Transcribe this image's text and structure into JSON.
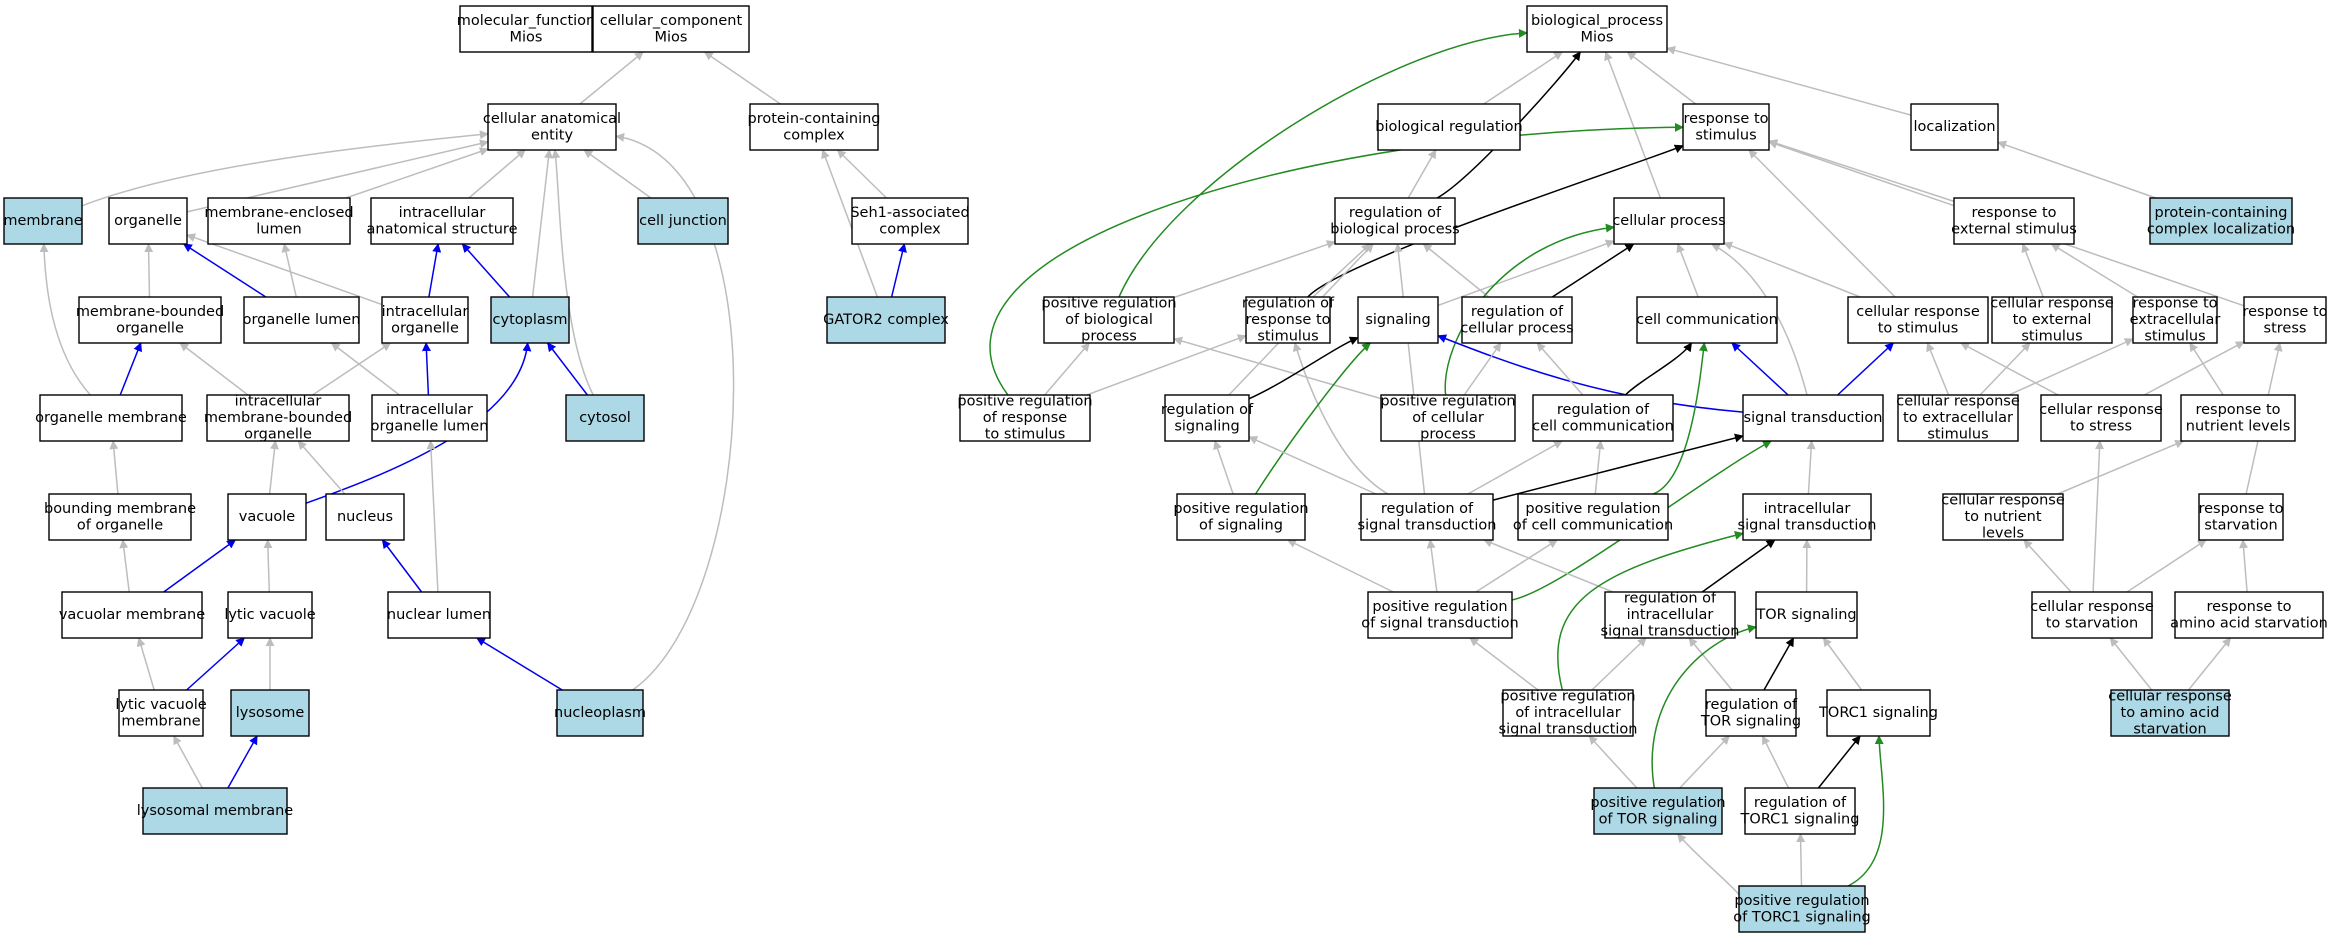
{
  "colors": {
    "is_a": "#bdbdbd",
    "part_of": "#0000ee",
    "regulates": "#000000",
    "positively_regulates": "#228b22",
    "highlight_fill": "#add8e6",
    "node_fill": "#ffffff"
  },
  "nodes": [
    {
      "id": "mf",
      "lines": [
        "molecular_function",
        "Mios"
      ]
    },
    {
      "id": "cc",
      "lines": [
        "cellular_component",
        "Mios"
      ]
    },
    {
      "id": "cae",
      "lines": [
        "cellular anatomical",
        "entity"
      ]
    },
    {
      "id": "pcc",
      "lines": [
        "protein-containing",
        "complex"
      ]
    },
    {
      "id": "membrane",
      "lines": [
        "membrane"
      ],
      "highlight": true
    },
    {
      "id": "organelle",
      "lines": [
        "organelle"
      ]
    },
    {
      "id": "mel",
      "lines": [
        "membrane-enclosed",
        "lumen"
      ]
    },
    {
      "id": "ias",
      "lines": [
        "intracellular",
        "anatomical structure"
      ]
    },
    {
      "id": "celljunction",
      "lines": [
        "cell junction"
      ],
      "highlight": true
    },
    {
      "id": "seh1",
      "lines": [
        "Seh1-associated",
        "complex"
      ]
    },
    {
      "id": "mbo",
      "lines": [
        "membrane-bounded",
        "organelle"
      ]
    },
    {
      "id": "orglumen",
      "lines": [
        "organelle lumen"
      ]
    },
    {
      "id": "intorg",
      "lines": [
        "intracellular",
        "organelle"
      ]
    },
    {
      "id": "cytoplasm",
      "lines": [
        "cytoplasm"
      ],
      "highlight": true
    },
    {
      "id": "gator2",
      "lines": [
        "GATOR2 complex"
      ],
      "highlight": true
    },
    {
      "id": "orgmem",
      "lines": [
        "organelle membrane"
      ]
    },
    {
      "id": "imbo",
      "lines": [
        "intracellular",
        "membrane-bounded",
        "organelle"
      ]
    },
    {
      "id": "intorglumen",
      "lines": [
        "intracellular",
        "organelle lumen"
      ]
    },
    {
      "id": "cytosol",
      "lines": [
        "cytosol"
      ],
      "highlight": true
    },
    {
      "id": "boundmem",
      "lines": [
        "bounding membrane",
        "of organelle"
      ]
    },
    {
      "id": "vacuole",
      "lines": [
        "vacuole"
      ]
    },
    {
      "id": "nucleus",
      "lines": [
        "nucleus"
      ]
    },
    {
      "id": "vacmem",
      "lines": [
        "vacuolar membrane"
      ]
    },
    {
      "id": "lyticvac",
      "lines": [
        "lytic vacuole"
      ]
    },
    {
      "id": "nuclumen",
      "lines": [
        "nuclear lumen"
      ]
    },
    {
      "id": "lvm",
      "lines": [
        "lytic vacuole",
        "membrane"
      ]
    },
    {
      "id": "lysosome",
      "lines": [
        "lysosome"
      ],
      "highlight": true
    },
    {
      "id": "nucleoplasm",
      "lines": [
        "nucleoplasm"
      ],
      "highlight": true
    },
    {
      "id": "lysomem",
      "lines": [
        "lysosomal membrane"
      ],
      "highlight": true
    },
    {
      "id": "bp",
      "lines": [
        "biological_process",
        "Mios"
      ]
    },
    {
      "id": "bioreg",
      "lines": [
        "biological regulation"
      ]
    },
    {
      "id": "resp",
      "lines": [
        "response to",
        "stimulus"
      ]
    },
    {
      "id": "loc",
      "lines": [
        "localization"
      ]
    },
    {
      "id": "pccloc",
      "lines": [
        "protein-containing",
        "complex localization"
      ],
      "highlight": true
    },
    {
      "id": "regbp",
      "lines": [
        "regulation of",
        "biological process"
      ]
    },
    {
      "id": "cellproc",
      "lines": [
        "cellular process"
      ]
    },
    {
      "id": "respext",
      "lines": [
        "response to",
        "external stimulus"
      ]
    },
    {
      "id": "posregbp",
      "lines": [
        "positive regulation",
        "of biological",
        "process"
      ]
    },
    {
      "id": "regresp",
      "lines": [
        "regulation of",
        "response to",
        "stimulus"
      ]
    },
    {
      "id": "signaling",
      "lines": [
        "signaling"
      ]
    },
    {
      "id": "regcp",
      "lines": [
        "regulation of",
        "cellular process"
      ]
    },
    {
      "id": "cellcomm",
      "lines": [
        "cell communication"
      ]
    },
    {
      "id": "cellresp",
      "lines": [
        "cellular response",
        "to stimulus"
      ]
    },
    {
      "id": "cellrespext",
      "lines": [
        "cellular response",
        "to external",
        "stimulus"
      ]
    },
    {
      "id": "respextra",
      "lines": [
        "response to",
        "extracellular",
        "stimulus"
      ]
    },
    {
      "id": "respstress",
      "lines": [
        "response to",
        "stress"
      ]
    },
    {
      "id": "posregresp",
      "lines": [
        "positive regulation",
        "of response",
        "to stimulus"
      ]
    },
    {
      "id": "regsig",
      "lines": [
        "regulation of",
        "signaling"
      ]
    },
    {
      "id": "posregcp",
      "lines": [
        "positive regulation",
        "of cellular",
        "process"
      ]
    },
    {
      "id": "regcc",
      "lines": [
        "regulation of",
        "cell communication"
      ]
    },
    {
      "id": "sigtrans",
      "lines": [
        "signal transduction"
      ]
    },
    {
      "id": "cellrespextra",
      "lines": [
        "cellular response",
        "to extracellular",
        "stimulus"
      ]
    },
    {
      "id": "cellrespstress",
      "lines": [
        "cellular response",
        "to stress"
      ]
    },
    {
      "id": "respnut",
      "lines": [
        "response to",
        "nutrient levels"
      ]
    },
    {
      "id": "posregsig",
      "lines": [
        "positive regulation",
        "of signaling"
      ]
    },
    {
      "id": "regst",
      "lines": [
        "regulation of",
        "signal transduction"
      ]
    },
    {
      "id": "posregcc",
      "lines": [
        "positive regulation",
        "of cell communication"
      ]
    },
    {
      "id": "intst",
      "lines": [
        "intracellular",
        "signal transduction"
      ]
    },
    {
      "id": "cellrespnut",
      "lines": [
        "cellular response",
        "to nutrient",
        "levels"
      ]
    },
    {
      "id": "respstarv",
      "lines": [
        "response to",
        "starvation"
      ]
    },
    {
      "id": "posregst",
      "lines": [
        "positive regulation",
        "of signal transduction"
      ]
    },
    {
      "id": "regist",
      "lines": [
        "regulation of",
        "intracellular",
        "signal transduction"
      ]
    },
    {
      "id": "torsig",
      "lines": [
        "TOR signaling"
      ]
    },
    {
      "id": "cellrespstarv",
      "lines": [
        "cellular response",
        "to starvation"
      ]
    },
    {
      "id": "respaa",
      "lines": [
        "response to",
        "amino acid starvation"
      ]
    },
    {
      "id": "posregist",
      "lines": [
        "positive regulation",
        "of intracellular",
        "signal transduction"
      ]
    },
    {
      "id": "regtor",
      "lines": [
        "regulation of",
        "TOR signaling"
      ]
    },
    {
      "id": "torc1",
      "lines": [
        "TORC1 signaling"
      ]
    },
    {
      "id": "cellrespaa",
      "lines": [
        "cellular response",
        "to amino acid",
        "starvation"
      ],
      "highlight": true
    },
    {
      "id": "posregtor",
      "lines": [
        "positive regulation",
        "of TOR signaling"
      ],
      "highlight": true
    },
    {
      "id": "regtorc1",
      "lines": [
        "regulation of",
        "TORC1 signaling"
      ]
    },
    {
      "id": "posregtorc1",
      "lines": [
        "positive regulation",
        "of TORC1 signaling"
      ],
      "highlight": true
    }
  ],
  "edges": [
    {
      "from": "cae",
      "to": "cc",
      "type": "is_a"
    },
    {
      "from": "pcc",
      "to": "cc",
      "type": "is_a"
    },
    {
      "from": "membrane",
      "to": "cae",
      "type": "is_a"
    },
    {
      "from": "organelle",
      "to": "cae",
      "type": "is_a"
    },
    {
      "from": "mel",
      "to": "cae",
      "type": "is_a"
    },
    {
      "from": "ias",
      "to": "cae",
      "type": "is_a"
    },
    {
      "from": "celljunction",
      "to": "cae",
      "type": "is_a"
    },
    {
      "from": "cytoplasm",
      "to": "cae",
      "type": "is_a"
    },
    {
      "from": "cytosol",
      "to": "cae",
      "type": "is_a"
    },
    {
      "from": "nucleoplasm",
      "to": "cae",
      "type": "is_a"
    },
    {
      "from": "seh1",
      "to": "pcc",
      "type": "is_a"
    },
    {
      "from": "gator2",
      "to": "pcc",
      "type": "is_a"
    },
    {
      "from": "gator2",
      "to": "seh1",
      "type": "part_of"
    },
    {
      "from": "mbo",
      "to": "organelle",
      "type": "is_a"
    },
    {
      "from": "orglumen",
      "to": "organelle",
      "type": "part_of"
    },
    {
      "from": "intorg",
      "to": "organelle",
      "type": "is_a"
    },
    {
      "from": "orglumen",
      "to": "mel",
      "type": "is_a"
    },
    {
      "from": "intorg",
      "to": "ias",
      "type": "part_of"
    },
    {
      "from": "cytoplasm",
      "to": "ias",
      "type": "part_of"
    },
    {
      "from": "orgmem",
      "to": "membrane",
      "type": "is_a"
    },
    {
      "from": "orgmem",
      "to": "mbo",
      "type": "part_of"
    },
    {
      "from": "imbo",
      "to": "mbo",
      "type": "is_a"
    },
    {
      "from": "imbo",
      "to": "intorg",
      "type": "is_a"
    },
    {
      "from": "intorglumen",
      "to": "intorg",
      "type": "part_of"
    },
    {
      "from": "intorglumen",
      "to": "orglumen",
      "type": "is_a"
    },
    {
      "from": "cytosol",
      "to": "cytoplasm",
      "type": "part_of"
    },
    {
      "from": "vacuole",
      "to": "cytoplasm",
      "type": "part_of"
    },
    {
      "from": "boundmem",
      "to": "orgmem",
      "type": "is_a"
    },
    {
      "from": "vacuole",
      "to": "imbo",
      "type": "is_a"
    },
    {
      "from": "nucleus",
      "to": "imbo",
      "type": "is_a"
    },
    {
      "from": "vacmem",
      "to": "boundmem",
      "type": "is_a"
    },
    {
      "from": "vacmem",
      "to": "vacuole",
      "type": "part_of"
    },
    {
      "from": "lyticvac",
      "to": "vacuole",
      "type": "is_a"
    },
    {
      "from": "nuclumen",
      "to": "nucleus",
      "type": "part_of"
    },
    {
      "from": "nuclumen",
      "to": "intorglumen",
      "type": "is_a"
    },
    {
      "from": "lvm",
      "to": "vacmem",
      "type": "is_a"
    },
    {
      "from": "lvm",
      "to": "lyticvac",
      "type": "part_of"
    },
    {
      "from": "lysosome",
      "to": "lyticvac",
      "type": "is_a"
    },
    {
      "from": "nucleoplasm",
      "to": "nuclumen",
      "type": "part_of"
    },
    {
      "from": "lysomem",
      "to": "lvm",
      "type": "is_a"
    },
    {
      "from": "lysomem",
      "to": "lysosome",
      "type": "part_of"
    },
    {
      "from": "bioreg",
      "to": "bp",
      "type": "is_a"
    },
    {
      "from": "resp",
      "to": "bp",
      "type": "is_a"
    },
    {
      "from": "loc",
      "to": "bp",
      "type": "is_a"
    },
    {
      "from": "cellproc",
      "to": "bp",
      "type": "is_a"
    },
    {
      "from": "regbp",
      "to": "bp",
      "type": "regulates"
    },
    {
      "from": "posregbp",
      "to": "bp",
      "type": "positively_regulates"
    },
    {
      "from": "pccloc",
      "to": "loc",
      "type": "is_a"
    },
    {
      "from": "regbp",
      "to": "bioreg",
      "type": "is_a"
    },
    {
      "from": "regresp",
      "to": "resp",
      "type": "regulates"
    },
    {
      "from": "posregresp",
      "to": "resp",
      "type": "positively_regulates"
    },
    {
      "from": "respext",
      "to": "resp",
      "type": "is_a"
    },
    {
      "from": "cellresp",
      "to": "resp",
      "type": "is_a"
    },
    {
      "from": "respstress",
      "to": "resp",
      "type": "is_a"
    },
    {
      "from": "posregbp",
      "to": "regbp",
      "type": "is_a"
    },
    {
      "from": "regresp",
      "to": "regbp",
      "type": "is_a"
    },
    {
      "from": "regcp",
      "to": "regbp",
      "type": "is_a"
    },
    {
      "from": "regsig",
      "to": "regbp",
      "type": "is_a"
    },
    {
      "from": "regst",
      "to": "regbp",
      "type": "is_a"
    },
    {
      "from": "signaling",
      "to": "cellproc",
      "type": "is_a"
    },
    {
      "from": "regcp",
      "to": "cellproc",
      "type": "regulates"
    },
    {
      "from": "posregcp",
      "to": "cellproc",
      "type": "positively_regulates"
    },
    {
      "from": "cellcomm",
      "to": "cellproc",
      "type": "is_a"
    },
    {
      "from": "cellresp",
      "to": "cellproc",
      "type": "is_a"
    },
    {
      "from": "sigtrans",
      "to": "cellproc",
      "type": "is_a"
    },
    {
      "from": "cellrespext",
      "to": "respext",
      "type": "is_a"
    },
    {
      "from": "respextra",
      "to": "respext",
      "type": "is_a"
    },
    {
      "from": "posregresp",
      "to": "posregbp",
      "type": "is_a"
    },
    {
      "from": "posregcp",
      "to": "posregbp",
      "type": "is_a"
    },
    {
      "from": "posregresp",
      "to": "regresp",
      "type": "is_a"
    },
    {
      "from": "regst",
      "to": "regresp",
      "type": "is_a"
    },
    {
      "from": "regsig",
      "to": "signaling",
      "type": "regulates"
    },
    {
      "from": "posregsig",
      "to": "signaling",
      "type": "positively_regulates"
    },
    {
      "from": "sigtrans",
      "to": "signaling",
      "type": "part_of"
    },
    {
      "from": "posregcp",
      "to": "regcp",
      "type": "is_a"
    },
    {
      "from": "regcc",
      "to": "regcp",
      "type": "is_a"
    },
    {
      "from": "regcc",
      "to": "cellcomm",
      "type": "regulates"
    },
    {
      "from": "posregcc",
      "to": "cellcomm",
      "type": "positively_regulates"
    },
    {
      "from": "sigtrans",
      "to": "cellcomm",
      "type": "part_of"
    },
    {
      "from": "sigtrans",
      "to": "cellresp",
      "type": "part_of"
    },
    {
      "from": "cellrespextra",
      "to": "cellresp",
      "type": "is_a"
    },
    {
      "from": "cellrespstress",
      "to": "cellresp",
      "type": "is_a"
    },
    {
      "from": "cellrespextra",
      "to": "cellrespext",
      "type": "is_a"
    },
    {
      "from": "cellrespextra",
      "to": "respextra",
      "type": "is_a"
    },
    {
      "from": "respnut",
      "to": "respextra",
      "type": "is_a"
    },
    {
      "from": "cellrespstress",
      "to": "respstress",
      "type": "is_a"
    },
    {
      "from": "respstarv",
      "to": "respstress",
      "type": "is_a"
    },
    {
      "from": "posregsig",
      "to": "regsig",
      "type": "is_a"
    },
    {
      "from": "regst",
      "to": "regsig",
      "type": "is_a"
    },
    {
      "from": "posregcc",
      "to": "regcc",
      "type": "is_a"
    },
    {
      "from": "regst",
      "to": "regcc",
      "type": "is_a"
    },
    {
      "from": "regst",
      "to": "sigtrans",
      "type": "regulates"
    },
    {
      "from": "posregst",
      "to": "sigtrans",
      "type": "positively_regulates"
    },
    {
      "from": "intst",
      "to": "sigtrans",
      "type": "is_a"
    },
    {
      "from": "cellrespnut",
      "to": "respnut",
      "type": "is_a"
    },
    {
      "from": "posregst",
      "to": "posregsig",
      "type": "is_a"
    },
    {
      "from": "posregst",
      "to": "regst",
      "type": "is_a"
    },
    {
      "from": "posregst",
      "to": "posregcc",
      "type": "is_a"
    },
    {
      "from": "regist",
      "to": "regst",
      "type": "is_a"
    },
    {
      "from": "regist",
      "to": "intst",
      "type": "regulates"
    },
    {
      "from": "posregist",
      "to": "intst",
      "type": "positively_regulates"
    },
    {
      "from": "torsig",
      "to": "intst",
      "type": "is_a"
    },
    {
      "from": "cellrespstarv",
      "to": "cellrespnut",
      "type": "is_a"
    },
    {
      "from": "cellrespstarv",
      "to": "respstarv",
      "type": "is_a"
    },
    {
      "from": "cellrespstarv",
      "to": "cellrespstress",
      "type": "is_a"
    },
    {
      "from": "respaa",
      "to": "respstarv",
      "type": "is_a"
    },
    {
      "from": "posregist",
      "to": "posregst",
      "type": "is_a"
    },
    {
      "from": "posregist",
      "to": "regist",
      "type": "is_a"
    },
    {
      "from": "regtor",
      "to": "regist",
      "type": "is_a"
    },
    {
      "from": "regtor",
      "to": "torsig",
      "type": "regulates"
    },
    {
      "from": "posregtor",
      "to": "torsig",
      "type": "positively_regulates"
    },
    {
      "from": "torc1",
      "to": "torsig",
      "type": "is_a"
    },
    {
      "from": "cellrespaa",
      "to": "cellrespstarv",
      "type": "is_a"
    },
    {
      "from": "cellrespaa",
      "to": "respaa",
      "type": "is_a"
    },
    {
      "from": "posregtor",
      "to": "posregist",
      "type": "is_a"
    },
    {
      "from": "posregtor",
      "to": "regtor",
      "type": "is_a"
    },
    {
      "from": "regtorc1",
      "to": "regtor",
      "type": "is_a"
    },
    {
      "from": "regtorc1",
      "to": "torc1",
      "type": "regulates"
    },
    {
      "from": "posregtorc1",
      "to": "torc1",
      "type": "positively_regulates"
    },
    {
      "from": "posregtorc1",
      "to": "posregtor",
      "type": "is_a"
    },
    {
      "from": "posregtorc1",
      "to": "regtorc1",
      "type": "is_a"
    }
  ]
}
